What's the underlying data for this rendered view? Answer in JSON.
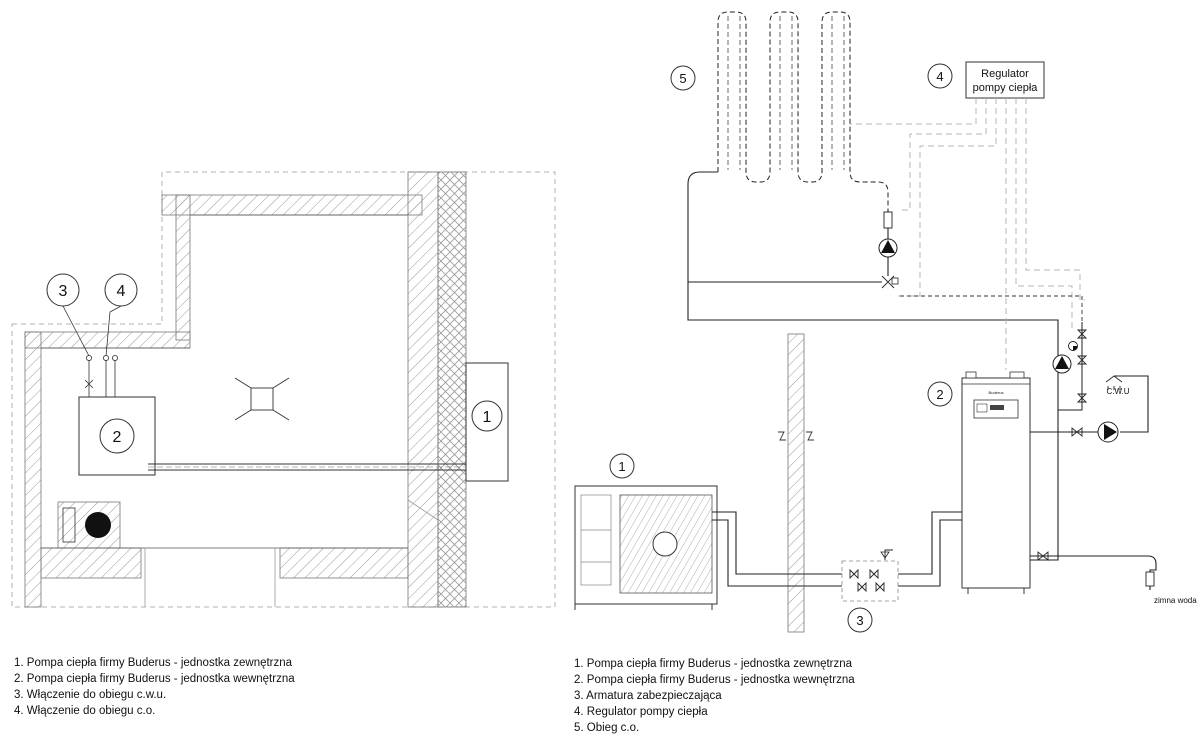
{
  "left_plan": {
    "markers": [
      "1",
      "2",
      "3",
      "4"
    ]
  },
  "right_schematic": {
    "markers": [
      "1",
      "2",
      "3",
      "4",
      "5"
    ],
    "regulator_label_line1": "Regulator",
    "regulator_label_line2": "pompy ciepła",
    "cwu_label": "C.W.U",
    "cold_water_label": "zimna woda",
    "unit_brand": "Buderus"
  },
  "legend_left": [
    "1. Pompa ciepła firmy Buderus - jednostka zewnętrzna",
    "2. Pompa ciepła firmy Buderus - jednostka wewnętrzna",
    "3. Włączenie do obiegu c.w.u.",
    "4. Włączenie do obiegu c.o."
  ],
  "legend_right": [
    "1. Pompa ciepła firmy Buderus - jednostka zewnętrzna",
    "2. Pompa ciepła firmy Buderus - jednostka wewnętrzna",
    "3. Armatura zabezpieczająca",
    "4. Regulator pompy ciepła",
    "5. Obieg c.o."
  ],
  "colors": {
    "line": "#1a1a1a",
    "hatch": "#8a8a8a",
    "dashed_light": "#b5b5b5",
    "background": "#ffffff"
  }
}
